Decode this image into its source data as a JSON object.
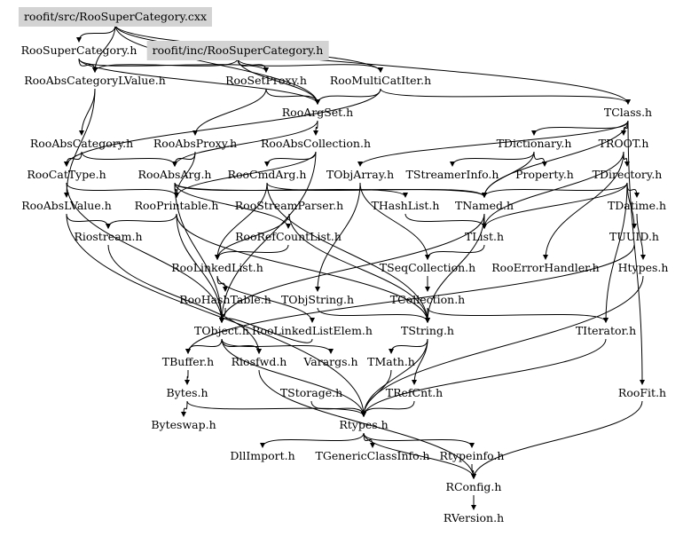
{
  "diagram": {
    "title": "Include dependency graph for roofit/src/RooSuperCategory.cxx",
    "highlight_color": "#d3d3d3",
    "nodes": [
      {
        "id": "src",
        "label": "roofit/src/RooSuperCategory.cxx",
        "highlighted": true
      },
      {
        "id": "RooSuperCategory",
        "label": "RooSuperCategory.h"
      },
      {
        "id": "inc",
        "label": "roofit/inc/RooSuperCategory.h",
        "highlighted": true
      },
      {
        "id": "RooAbsCategoryLValue",
        "label": "RooAbsCategoryLValue.h"
      },
      {
        "id": "RooSetProxy",
        "label": "RooSetProxy.h"
      },
      {
        "id": "RooMultiCatIter",
        "label": "RooMultiCatIter.h"
      },
      {
        "id": "RooArgSet",
        "label": "RooArgSet.h"
      },
      {
        "id": "TClass",
        "label": "TClass.h"
      },
      {
        "id": "RooAbsCategory",
        "label": "RooAbsCategory.h"
      },
      {
        "id": "RooAbsProxy",
        "label": "RooAbsProxy.h"
      },
      {
        "id": "RooAbsCollection",
        "label": "RooAbsCollection.h"
      },
      {
        "id": "TDictionary",
        "label": "TDictionary.h"
      },
      {
        "id": "TROOT",
        "label": "TROOT.h"
      },
      {
        "id": "RooCatType",
        "label": "RooCatType.h"
      },
      {
        "id": "RooAbsArg",
        "label": "RooAbsArg.h"
      },
      {
        "id": "RooCmdArg",
        "label": "RooCmdArg.h"
      },
      {
        "id": "TObjArray",
        "label": "TObjArray.h"
      },
      {
        "id": "TStreamerInfo",
        "label": "TStreamerInfo.h"
      },
      {
        "id": "Property",
        "label": "Property.h"
      },
      {
        "id": "TDirectory",
        "label": "TDirectory.h"
      },
      {
        "id": "RooAbsLValue",
        "label": "RooAbsLValue.h"
      },
      {
        "id": "RooPrintable",
        "label": "RooPrintable.h"
      },
      {
        "id": "RooStreamParser",
        "label": "RooStreamParser.h"
      },
      {
        "id": "THashList",
        "label": "THashList.h"
      },
      {
        "id": "TNamed",
        "label": "TNamed.h"
      },
      {
        "id": "TDatime",
        "label": "TDatime.h"
      },
      {
        "id": "Riostream",
        "label": "Riostream.h"
      },
      {
        "id": "RooRefCountList",
        "label": "RooRefCountList.h"
      },
      {
        "id": "TList",
        "label": "TList.h"
      },
      {
        "id": "TUUID",
        "label": "TUUID.h"
      },
      {
        "id": "RooLinkedList",
        "label": "RooLinkedList.h"
      },
      {
        "id": "TSeqCollection",
        "label": "TSeqCollection.h"
      },
      {
        "id": "RooErrorHandler",
        "label": "RooErrorHandler.h"
      },
      {
        "id": "Htypes",
        "label": "Htypes.h"
      },
      {
        "id": "RooHashTable",
        "label": "RooHashTable.h"
      },
      {
        "id": "TObjString",
        "label": "TObjString.h"
      },
      {
        "id": "TCollection",
        "label": "TCollection.h"
      },
      {
        "id": "TObject",
        "label": "TObject.h"
      },
      {
        "id": "RooLinkedListElem",
        "label": "RooLinkedListElem.h"
      },
      {
        "id": "TString",
        "label": "TString.h"
      },
      {
        "id": "TIterator",
        "label": "TIterator.h"
      },
      {
        "id": "TBuffer",
        "label": "TBuffer.h"
      },
      {
        "id": "Riosfwd",
        "label": "Riosfwd.h"
      },
      {
        "id": "Varargs",
        "label": "Varargs.h"
      },
      {
        "id": "TMath",
        "label": "TMath.h"
      },
      {
        "id": "Bytes",
        "label": "Bytes.h"
      },
      {
        "id": "TStorage",
        "label": "TStorage.h"
      },
      {
        "id": "TRefCnt",
        "label": "TRefCnt.h"
      },
      {
        "id": "RooFit",
        "label": "RooFit.h"
      },
      {
        "id": "Byteswap",
        "label": "Byteswap.h"
      },
      {
        "id": "Rtypes",
        "label": "Rtypes.h"
      },
      {
        "id": "DllImport",
        "label": "DllImport.h"
      },
      {
        "id": "TGenericClassInfo",
        "label": "TGenericClassInfo.h"
      },
      {
        "id": "Rtypeinfo",
        "label": "Rtypeinfo.h"
      },
      {
        "id": "RConfig",
        "label": "RConfig.h"
      },
      {
        "id": "RVersion",
        "label": "RVersion.h"
      }
    ],
    "edges": [
      [
        "src",
        "RooSuperCategory"
      ],
      [
        "src",
        "RooAbsCategoryLValue"
      ],
      [
        "src",
        "RooMultiCatIter"
      ],
      [
        "src",
        "TClass"
      ],
      [
        "src",
        "RooArgSet"
      ],
      [
        "RooSuperCategory",
        "RooAbsCategoryLValue"
      ],
      [
        "RooSuperCategory",
        "RooSetProxy"
      ],
      [
        "RooSuperCategory",
        "RooArgSet"
      ],
      [
        "inc",
        "RooAbsCategoryLValue"
      ],
      [
        "inc",
        "RooSetProxy"
      ],
      [
        "inc",
        "RooArgSet"
      ],
      [
        "inc",
        "RooMultiCatIter"
      ],
      [
        "RooAbsCategoryLValue",
        "RooAbsCategory"
      ],
      [
        "RooAbsCategoryLValue",
        "RooAbsLValue"
      ],
      [
        "RooSetProxy",
        "RooArgSet"
      ],
      [
        "RooSetProxy",
        "RooAbsProxy"
      ],
      [
        "RooMultiCatIter",
        "RooArgSet"
      ],
      [
        "RooMultiCatIter",
        "TClass"
      ],
      [
        "RooMultiCatIter",
        "RooCatType"
      ],
      [
        "RooArgSet",
        "RooAbsCollection"
      ],
      [
        "RooArgSet",
        "RooAbsArg"
      ],
      [
        "TClass",
        "TROOT"
      ],
      [
        "TClass",
        "TObjArray"
      ],
      [
        "TClass",
        "TDictionary"
      ],
      [
        "TClass",
        "TNamed"
      ],
      [
        "RooAbsCategory",
        "RooCatType"
      ],
      [
        "RooAbsCategory",
        "RooAbsArg"
      ],
      [
        "RooAbsProxy",
        "RooAbsArg"
      ],
      [
        "RooAbsProxy",
        "RooPrintable"
      ],
      [
        "RooAbsCollection",
        "RooCmdArg"
      ],
      [
        "RooAbsCollection",
        "RooPrintable"
      ],
      [
        "RooAbsCollection",
        "TObject"
      ],
      [
        "TDictionary",
        "Property"
      ],
      [
        "TDictionary",
        "TNamed"
      ],
      [
        "TDictionary",
        "TStreamerInfo"
      ],
      [
        "TROOT",
        "TDirectory"
      ],
      [
        "TROOT",
        "TList"
      ],
      [
        "TROOT",
        "RooErrorHandler"
      ],
      [
        "RooCatType",
        "RooPrintable"
      ],
      [
        "RooCatType",
        "TObject"
      ],
      [
        "RooAbsArg",
        "RooPrintable"
      ],
      [
        "RooAbsArg",
        "RooRefCountList"
      ],
      [
        "RooAbsArg",
        "THashList"
      ],
      [
        "RooAbsArg",
        "TNamed"
      ],
      [
        "RooAbsArg",
        "TObject"
      ],
      [
        "RooCmdArg",
        "TNamed"
      ],
      [
        "RooCmdArg",
        "TString"
      ],
      [
        "RooCmdArg",
        "RooLinkedList"
      ],
      [
        "TObjArray",
        "TSeqCollection"
      ],
      [
        "TObjArray",
        "TObjString"
      ],
      [
        "TDirectory",
        "TNamed"
      ],
      [
        "TDirectory",
        "TDatime"
      ],
      [
        "TDirectory",
        "TUUID"
      ],
      [
        "TDirectory",
        "TList"
      ],
      [
        "TDirectory",
        "TIterator"
      ],
      [
        "RooAbsLValue",
        "Riostream"
      ],
      [
        "RooAbsLValue",
        "Rtypes"
      ],
      [
        "RooPrintable",
        "Riostream"
      ],
      [
        "RooPrintable",
        "TString"
      ],
      [
        "RooPrintable",
        "TObject"
      ],
      [
        "RooStreamParser",
        "RooLinkedList"
      ],
      [
        "RooStreamParser",
        "TString"
      ],
      [
        "THashList",
        "TList"
      ],
      [
        "TNamed",
        "TList"
      ],
      [
        "TNamed",
        "TObject"
      ],
      [
        "TNamed",
        "TString"
      ],
      [
        "TDatime",
        "Htypes"
      ],
      [
        "Riostream",
        "Riosfwd"
      ],
      [
        "RooRefCountList",
        "RooLinkedList"
      ],
      [
        "TList",
        "TSeqCollection"
      ],
      [
        "TUUID",
        "TBuffer"
      ],
      [
        "RooLinkedList",
        "RooHashTable"
      ],
      [
        "RooLinkedList",
        "RooLinkedListElem"
      ],
      [
        "TSeqCollection",
        "TCollection"
      ],
      [
        "Htypes",
        "Rtypes"
      ],
      [
        "RooHashTable",
        "TObject"
      ],
      [
        "TObjString",
        "TString"
      ],
      [
        "TCollection",
        "TString"
      ],
      [
        "TCollection",
        "TIterator"
      ],
      [
        "TObject",
        "TBuffer"
      ],
      [
        "TObject",
        "Riosfwd"
      ],
      [
        "TObject",
        "Varargs"
      ],
      [
        "TObject",
        "Rtypes"
      ],
      [
        "RooLinkedListElem",
        "TObject"
      ],
      [
        "TString",
        "TMath"
      ],
      [
        "TString",
        "TRefCnt"
      ],
      [
        "TString",
        "Rtypes"
      ],
      [
        "TIterator",
        "Rtypes"
      ],
      [
        "TBuffer",
        "Bytes"
      ],
      [
        "TMath",
        "Rtypes"
      ],
      [
        "Bytes",
        "Byteswap"
      ],
      [
        "Bytes",
        "Rtypes"
      ],
      [
        "TStorage",
        "Rtypes"
      ],
      [
        "TRefCnt",
        "Rtypes"
      ],
      [
        "RooFit",
        "RConfig"
      ],
      [
        "Rtypes",
        "DllImport"
      ],
      [
        "Rtypes",
        "TGenericClassInfo"
      ],
      [
        "Rtypes",
        "Rtypeinfo"
      ],
      [
        "Rtypes",
        "RConfig"
      ],
      [
        "Rtypeinfo",
        "RConfig"
      ],
      [
        "RConfig",
        "RVersion"
      ],
      [
        "Riosfwd",
        "RConfig"
      ],
      [
        "TClass",
        "RooFit"
      ]
    ]
  }
}
